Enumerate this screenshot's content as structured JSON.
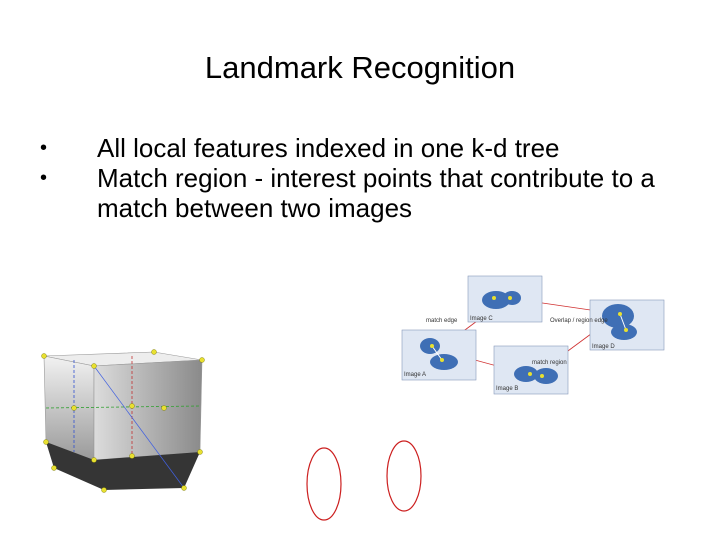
{
  "slide": {
    "title": "Landmark Recognition",
    "bullets": [
      "All local features indexed in one k-d tree",
      "Match region - interest points that contribute to a match between two images"
    ],
    "bullet_symbol": "•"
  },
  "figure": {
    "labels": {
      "image_a": "Image A",
      "image_b": "Image B",
      "image_c": "Image C",
      "image_d": "Image D",
      "match_edge": "match edge",
      "overlap_edge": "Overlap / region edge",
      "match_region": "match region"
    },
    "colors": {
      "node": "#3f6fb5",
      "edge": "#d03030",
      "panel": "#dfe7f3",
      "oval": "#cc1f1f"
    }
  }
}
